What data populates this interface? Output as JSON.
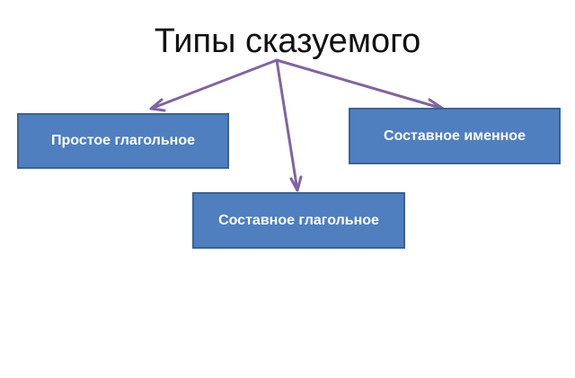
{
  "diagram": {
    "title": "Типы сказуемого",
    "nodes": [
      {
        "id": "simple",
        "label": "Простое глагольное"
      },
      {
        "id": "compound_nominal",
        "label": "Составное именное"
      },
      {
        "id": "compound_verbal",
        "label": "Составное глагольное"
      }
    ],
    "edges": [
      {
        "from": "title",
        "to": "simple"
      },
      {
        "from": "title",
        "to": "compound_verbal"
      },
      {
        "from": "title",
        "to": "compound_nominal"
      }
    ],
    "colors": {
      "box_fill": "#4f7fbf",
      "box_border": "#3a6296",
      "box_text": "#ffffff",
      "arrow": "#8064a2",
      "title_text": "#111111"
    }
  }
}
